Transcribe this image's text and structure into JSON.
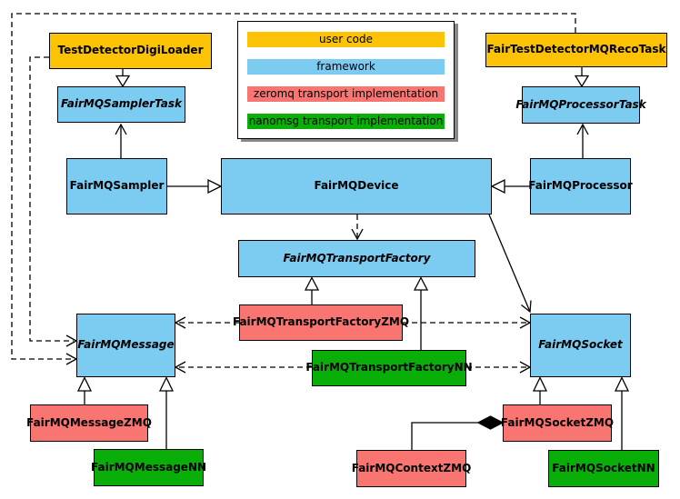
{
  "title": "FairMQ class diagram",
  "palette": {
    "user_code": "#FCC306",
    "framework": "#7CCBF1",
    "zeromq": "#F87571",
    "nanomsg": "#09AE09"
  },
  "legend": {
    "items": [
      {
        "label": "user code"
      },
      {
        "label": "framework"
      },
      {
        "label": "zeromq transport implementation"
      },
      {
        "label": "nanomsg transport implementation"
      }
    ]
  },
  "nodes": {
    "digiloader": {
      "label": "TestDetectorDigiLoader",
      "category": "user_code",
      "abstract": false
    },
    "samplertask": {
      "label": "FairMQSamplerTask",
      "category": "framework",
      "abstract": true
    },
    "sampler": {
      "label": "FairMQSampler",
      "category": "framework",
      "abstract": false
    },
    "recotask": {
      "label": "FairTestDetectorMQRecoTask",
      "category": "user_code",
      "abstract": false
    },
    "processortask": {
      "label": "FairMQProcessorTask",
      "category": "framework",
      "abstract": true
    },
    "processor": {
      "label": "FairMQProcessor",
      "category": "framework",
      "abstract": false
    },
    "device": {
      "label": "FairMQDevice",
      "category": "framework",
      "abstract": false
    },
    "transportfactory": {
      "label": "FairMQTransportFactory",
      "category": "framework",
      "abstract": true
    },
    "transportfactoryzmq": {
      "label": "FairMQTransportFactoryZMQ",
      "category": "zeromq",
      "abstract": false
    },
    "transportfactorynn": {
      "label": "FairMQTransportFactoryNN",
      "category": "nanomsg",
      "abstract": false
    },
    "message": {
      "label": "FairMQMessage",
      "category": "framework",
      "abstract": true
    },
    "socket": {
      "label": "FairMQSocket",
      "category": "framework",
      "abstract": true
    },
    "messagezmq": {
      "label": "FairMQMessageZMQ",
      "category": "zeromq",
      "abstract": false
    },
    "messagenn": {
      "label": "FairMQMessageNN",
      "category": "nanomsg",
      "abstract": false
    },
    "socketzmq": {
      "label": "FairMQSocketZMQ",
      "category": "zeromq",
      "abstract": false
    },
    "socketnn": {
      "label": "FairMQSocketNN",
      "category": "nanomsg",
      "abstract": false
    },
    "contextzmq": {
      "label": "FairMQContextZMQ",
      "category": "zeromq",
      "abstract": false
    }
  },
  "edges": [
    {
      "from": "TestDetectorDigiLoader",
      "to": "FairMQSamplerTask",
      "type": "inheritance"
    },
    {
      "from": "FairTestDetectorMQRecoTask",
      "to": "FairMQProcessorTask",
      "type": "inheritance"
    },
    {
      "from": "FairMQSampler",
      "to": "FairMQDevice",
      "type": "inheritance"
    },
    {
      "from": "FairMQProcessor",
      "to": "FairMQDevice",
      "type": "inheritance"
    },
    {
      "from": "FairMQSampler",
      "to": "FairMQSamplerTask",
      "type": "association"
    },
    {
      "from": "FairMQProcessor",
      "to": "FairMQProcessorTask",
      "type": "association"
    },
    {
      "from": "FairMQDevice",
      "to": "FairMQTransportFactory",
      "type": "dependency"
    },
    {
      "from": "FairMQDevice",
      "to": "FairMQSocket",
      "type": "association"
    },
    {
      "from": "FairMQTransportFactoryZMQ",
      "to": "FairMQTransportFactory",
      "type": "inheritance"
    },
    {
      "from": "FairMQTransportFactoryNN",
      "to": "FairMQTransportFactory",
      "type": "inheritance"
    },
    {
      "from": "FairMQTransportFactoryZMQ",
      "to": "FairMQMessage",
      "type": "dependency"
    },
    {
      "from": "FairMQTransportFactoryZMQ",
      "to": "FairMQSocket",
      "type": "dependency"
    },
    {
      "from": "FairMQTransportFactoryNN",
      "to": "FairMQMessage",
      "type": "dependency"
    },
    {
      "from": "FairMQTransportFactoryNN",
      "to": "FairMQSocket",
      "type": "dependency"
    },
    {
      "from": "TestDetectorDigiLoader",
      "to": "FairMQMessage",
      "type": "dependency"
    },
    {
      "from": "FairTestDetectorMQRecoTask",
      "to": "FairMQMessage",
      "type": "dependency"
    },
    {
      "from": "FairMQMessageZMQ",
      "to": "FairMQMessage",
      "type": "inheritance"
    },
    {
      "from": "FairMQMessageNN",
      "to": "FairMQMessage",
      "type": "inheritance"
    },
    {
      "from": "FairMQSocketZMQ",
      "to": "FairMQSocket",
      "type": "inheritance"
    },
    {
      "from": "FairMQSocketNN",
      "to": "FairMQSocket",
      "type": "inheritance"
    },
    {
      "from": "FairMQContextZMQ",
      "to": "FairMQSocketZMQ",
      "type": "composition"
    }
  ]
}
